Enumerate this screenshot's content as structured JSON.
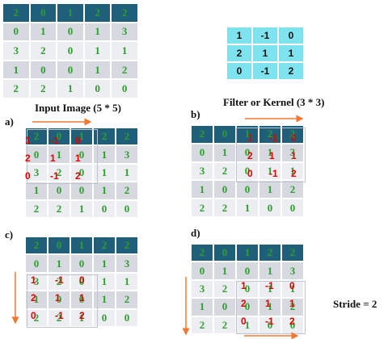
{
  "input_matrix": [
    [
      2,
      0,
      1,
      2,
      2
    ],
    [
      0,
      1,
      0,
      1,
      3
    ],
    [
      3,
      2,
      0,
      1,
      1
    ],
    [
      1,
      0,
      0,
      1,
      2
    ],
    [
      2,
      2,
      1,
      0,
      0
    ]
  ],
  "kernel_matrix": [
    [
      1,
      -1,
      0
    ],
    [
      2,
      1,
      1
    ],
    [
      0,
      -1,
      2
    ]
  ],
  "captions": {
    "input": "Input Image (5 * 5)",
    "kernel": "Filter or Kernel (3 * 3)",
    "stride": "Stride = 2"
  },
  "panel_labels": {
    "a": "a)",
    "b": "b)",
    "c": "c)",
    "d": "d)"
  },
  "colors": {
    "header_row": "#1f5f7a",
    "row_shade_dark": "#d6d9e0",
    "row_shade_light": "#eceef2",
    "cell_text": "#2e9e2e",
    "kernel_bg": "#7fe3ef",
    "overlay": "#e00000",
    "arrow": "#f07830"
  }
}
